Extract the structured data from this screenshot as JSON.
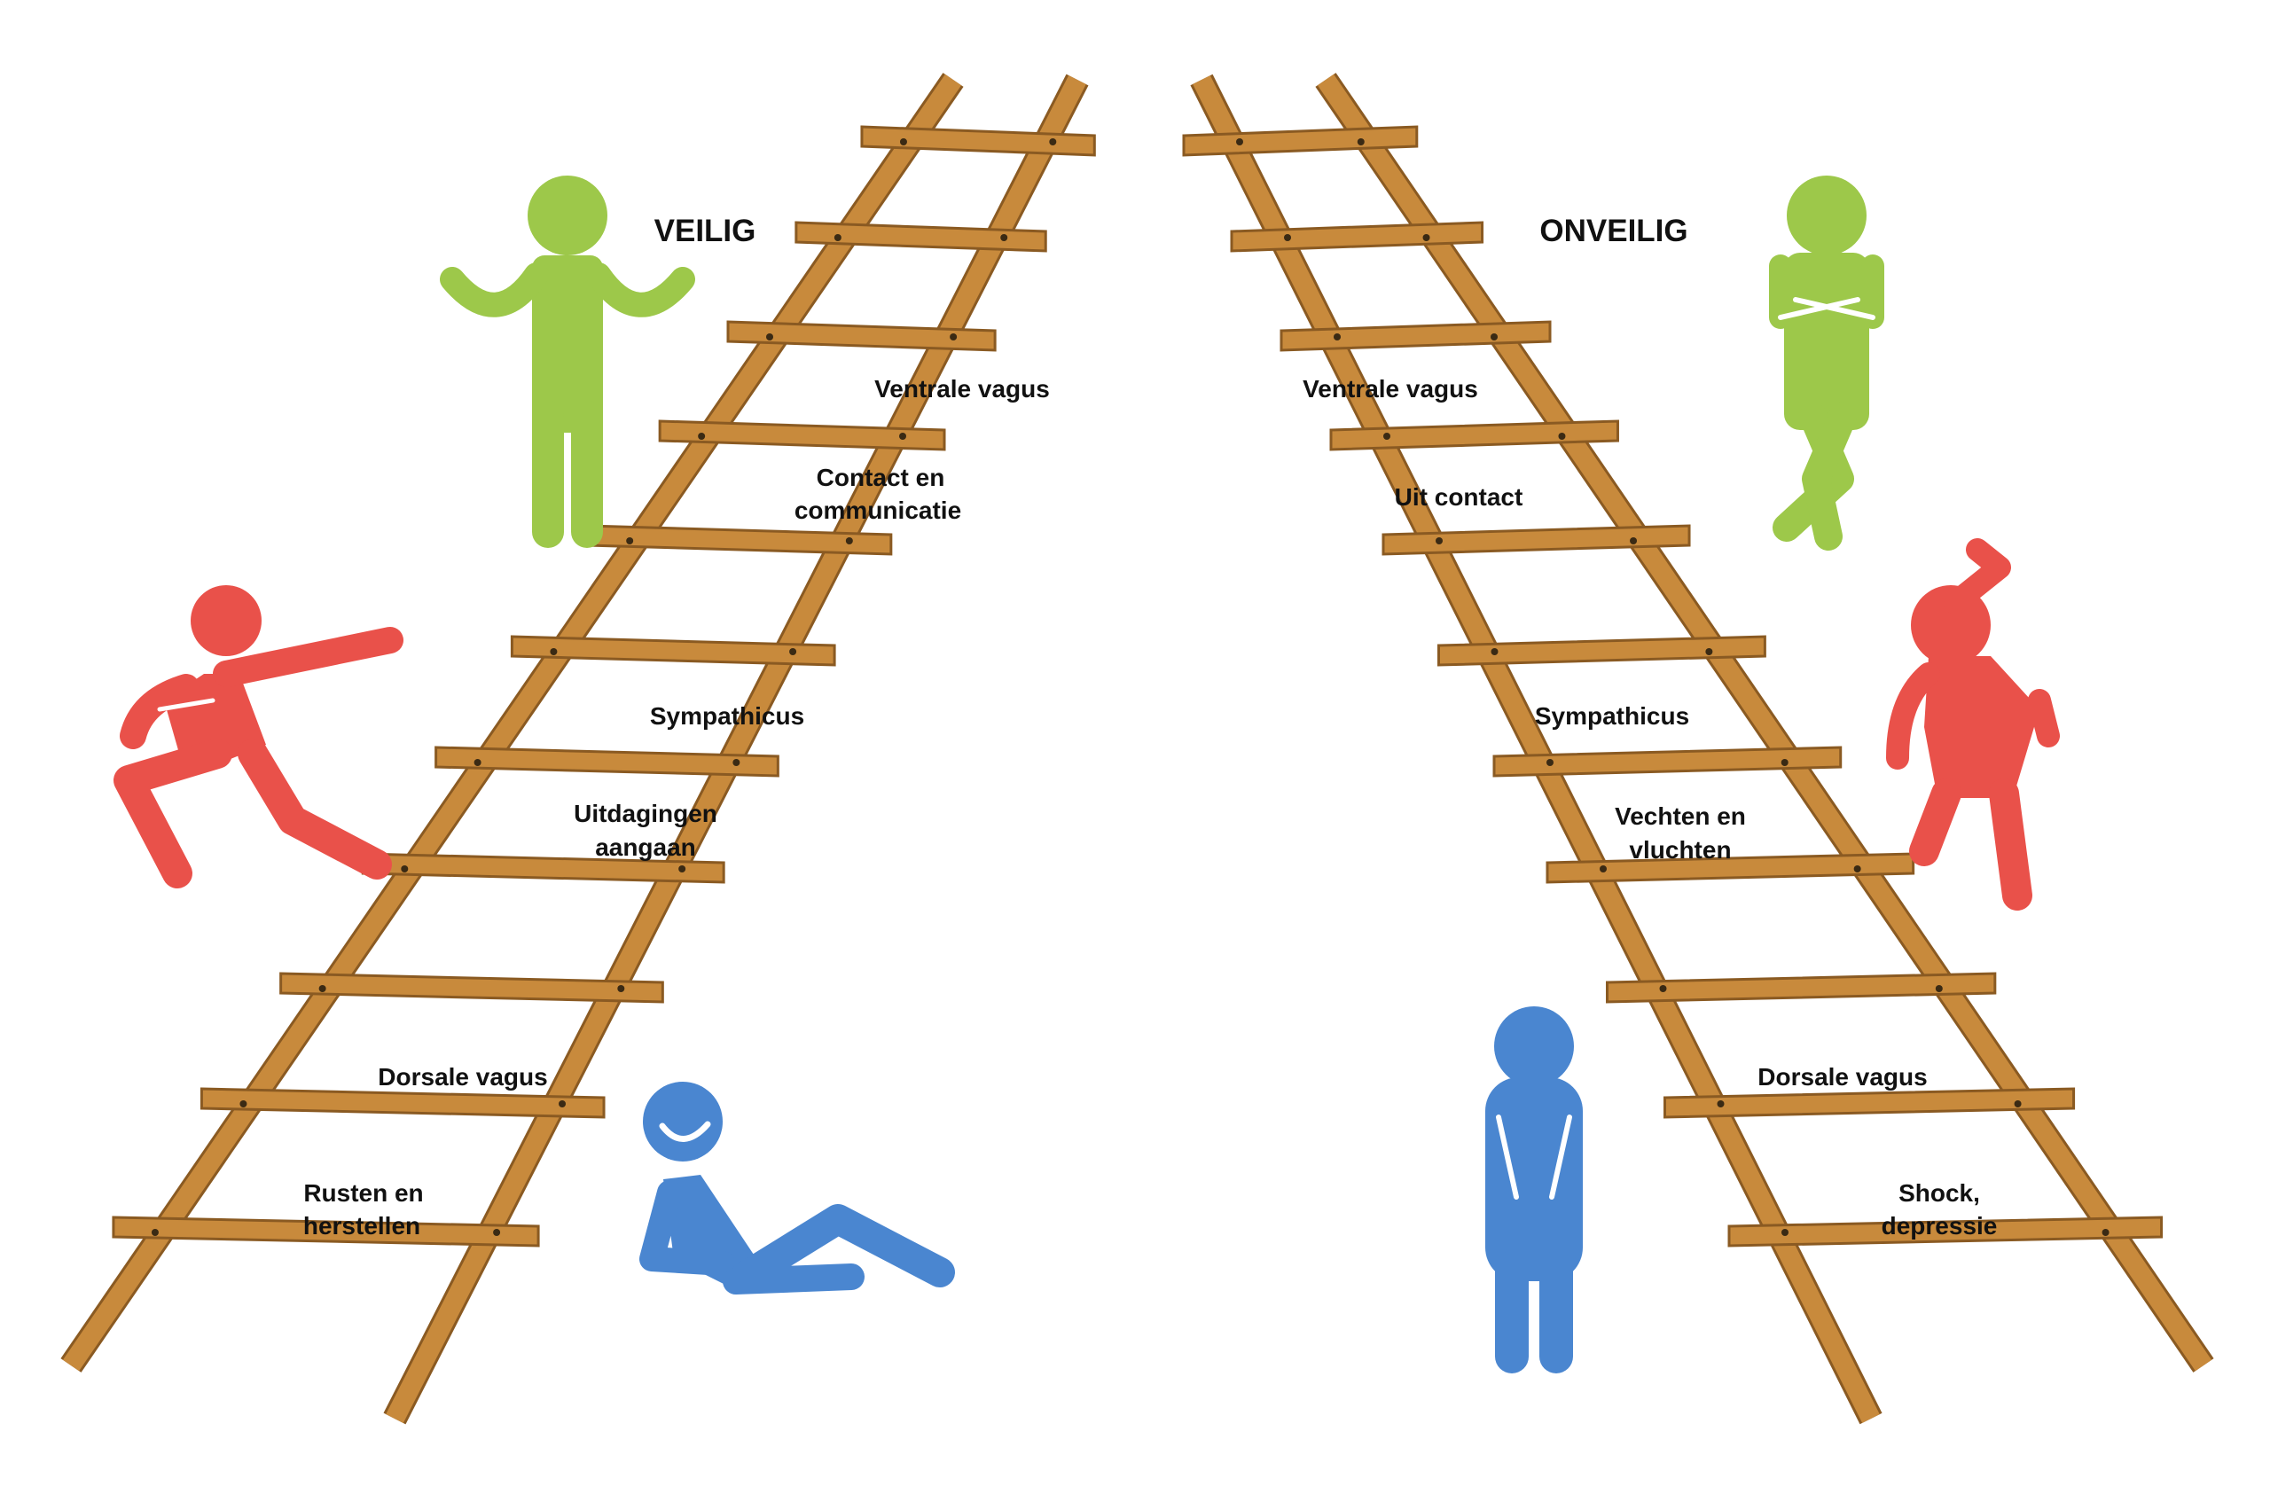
{
  "headings": {
    "left": "VEILIG",
    "right": "ONVEILIG"
  },
  "left_ladder": {
    "ventral": [
      "Ventrale vagus"
    ],
    "contact": [
      "Contact en",
      "communicatie"
    ],
    "sympathetic": [
      "Sympathicus"
    ],
    "challenge": [
      "Uitdagingen",
      "aangaan"
    ],
    "dorsal": [
      "Dorsale vagus"
    ],
    "rest": [
      "Rusten en",
      "herstellen"
    ]
  },
  "right_ladder": {
    "ventral": [
      "Ventrale vagus"
    ],
    "contact": [
      "Uit contact"
    ],
    "sympathetic": [
      "Sympathicus"
    ],
    "fight": [
      "Vechten en",
      "vluchten"
    ],
    "dorsal": [
      "Dorsale vagus"
    ],
    "shock": [
      "Shock,",
      "depressie"
    ]
  },
  "colors": {
    "wood": "#c88a3c",
    "wood_dark": "#8a5a22",
    "green": "#9dc84a",
    "red": "#e9514a",
    "blue": "#4a86d0"
  }
}
